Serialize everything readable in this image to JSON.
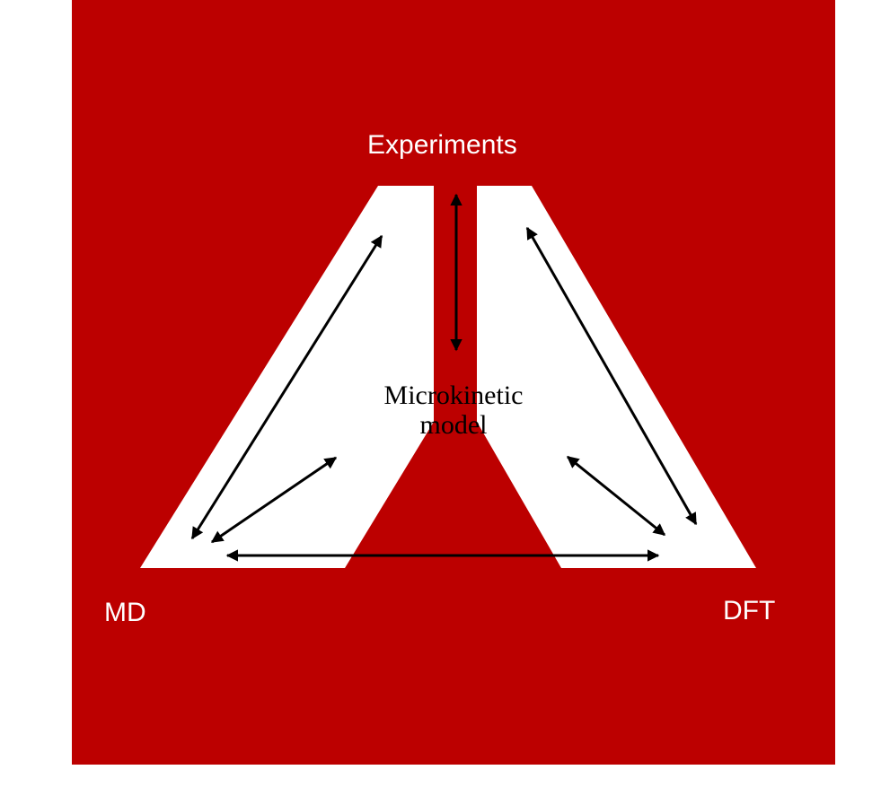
{
  "nodes": {
    "top": "Experiments",
    "left": "MD",
    "right": "DFT",
    "center_line1": "Microkinetic",
    "center_line2": "model"
  },
  "colors": {
    "background": "#bc0000",
    "shape_fill": "#ffffff",
    "arrow": "#000000",
    "label": "#ffffff",
    "center_label": "#000000"
  },
  "arrows": [
    {
      "name": "arrow-experiments-model",
      "between": [
        "Experiments",
        "Microkinetic model"
      ]
    },
    {
      "name": "arrow-experiments-md",
      "between": [
        "Experiments",
        "MD"
      ]
    },
    {
      "name": "arrow-experiments-dft",
      "between": [
        "Experiments",
        "DFT"
      ]
    },
    {
      "name": "arrow-md-model",
      "between": [
        "MD",
        "Microkinetic model"
      ]
    },
    {
      "name": "arrow-dft-model",
      "between": [
        "DFT",
        "Microkinetic model"
      ]
    },
    {
      "name": "arrow-md-dft",
      "between": [
        "MD",
        "DFT"
      ]
    }
  ]
}
